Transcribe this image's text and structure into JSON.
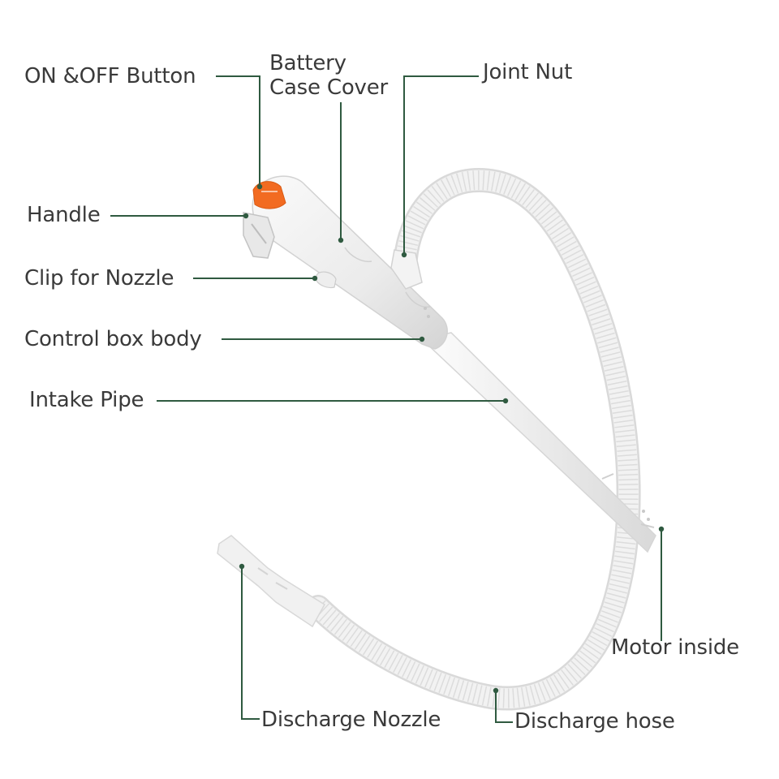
{
  "colors": {
    "leader_line": "#2f5a40",
    "label_text": "#3a3a3a",
    "pump_body": "#ececec",
    "pump_shadow": "#cfcfcf",
    "hose": "#efefef",
    "hose_rib": "#d6d6d6",
    "button": "#f26b21"
  },
  "labels": {
    "on_off_button": "ON &OFF Button",
    "battery_case_cover_line1": "Battery",
    "battery_case_cover_line2": "Case Cover",
    "joint_nut": "Joint Nut",
    "handle": "Handle",
    "clip_for_nozzle": "Clip for Nozzle",
    "control_box_body": "Control box body",
    "intake_pipe": "Intake Pipe",
    "motor_inside": "Motor inside",
    "discharge_nozzle": "Discharge Nozzle",
    "discharge_hose": "Discharge hose"
  }
}
